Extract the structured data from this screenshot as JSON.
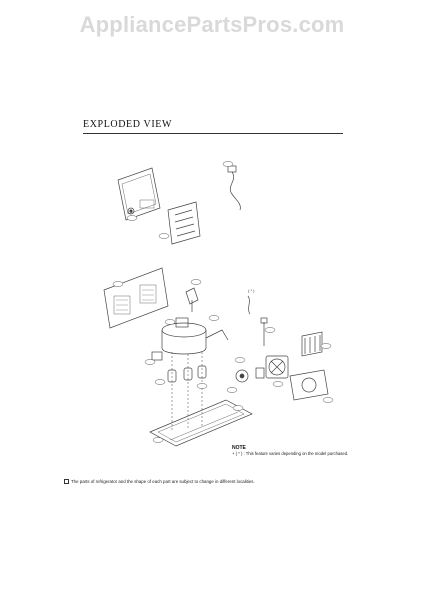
{
  "watermark": "AppliancePartsPros.com",
  "heading": "EXPLODED VIEW",
  "note": {
    "title": "NOTE",
    "text": "+ ( * ) : This feature varies depending on the model purchased."
  },
  "footnote": "The parts of refrigerator and the shape of each part are subject to change in different localities.",
  "asterisk_label": "( * )"
}
